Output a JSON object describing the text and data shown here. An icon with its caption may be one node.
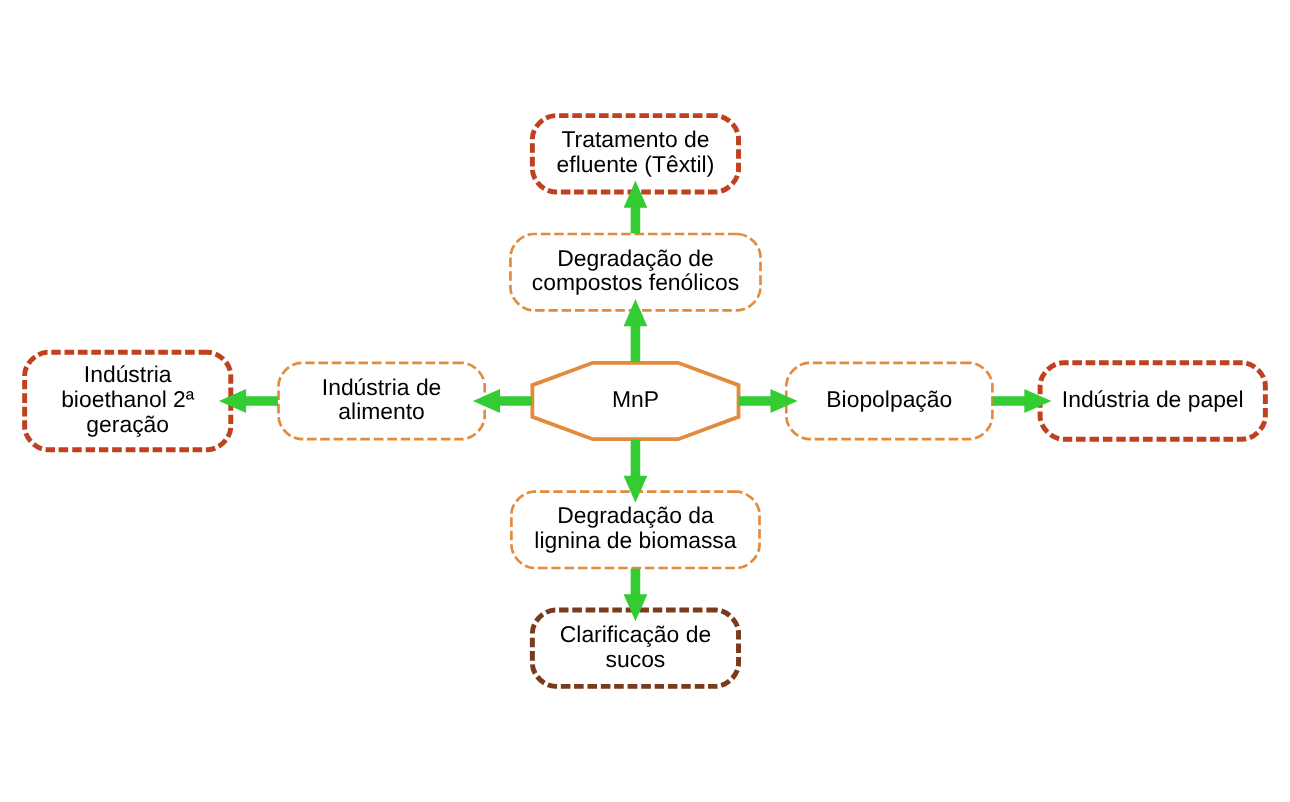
{
  "diagram": {
    "nodes": [
      {
        "text": [
          "Tratamento de efluente (Têxtil)"
        ]
      },
      {
        "text": [
          "Degradação de compostos fenólicos"
        ]
      },
      {
        "text": [
          "Indústria bioethanol 2ª geração"
        ]
      },
      {
        "text": [
          "Indústria de alimento"
        ]
      },
      {
        "text": [
          "MnP"
        ]
      },
      {
        "text": [
          "Biopolpação"
        ]
      },
      {
        "text": [
          "Indústria de papel"
        ]
      },
      {
        "text": [
          "Degradação da lignina de biomassa"
        ]
      },
      {
        "text": [
          "Clarificação de sucos"
        ]
      }
    ],
    "edges": [
      {
        "from": 4,
        "to": 1,
        "arrow": "to"
      },
      {
        "from": 1,
        "to": 0,
        "arrow": "to"
      },
      {
        "from": 4,
        "to": 3,
        "arrow": "to"
      },
      {
        "from": 3,
        "to": 2,
        "arrow": "to"
      },
      {
        "from": 4,
        "to": 5,
        "arrow": "to"
      },
      {
        "from": 5,
        "to": 6,
        "arrow": "to"
      },
      {
        "from": 4,
        "to": 7,
        "arrow": "to"
      },
      {
        "from": 7,
        "to": 8,
        "arrow": "to"
      }
    ]
  }
}
